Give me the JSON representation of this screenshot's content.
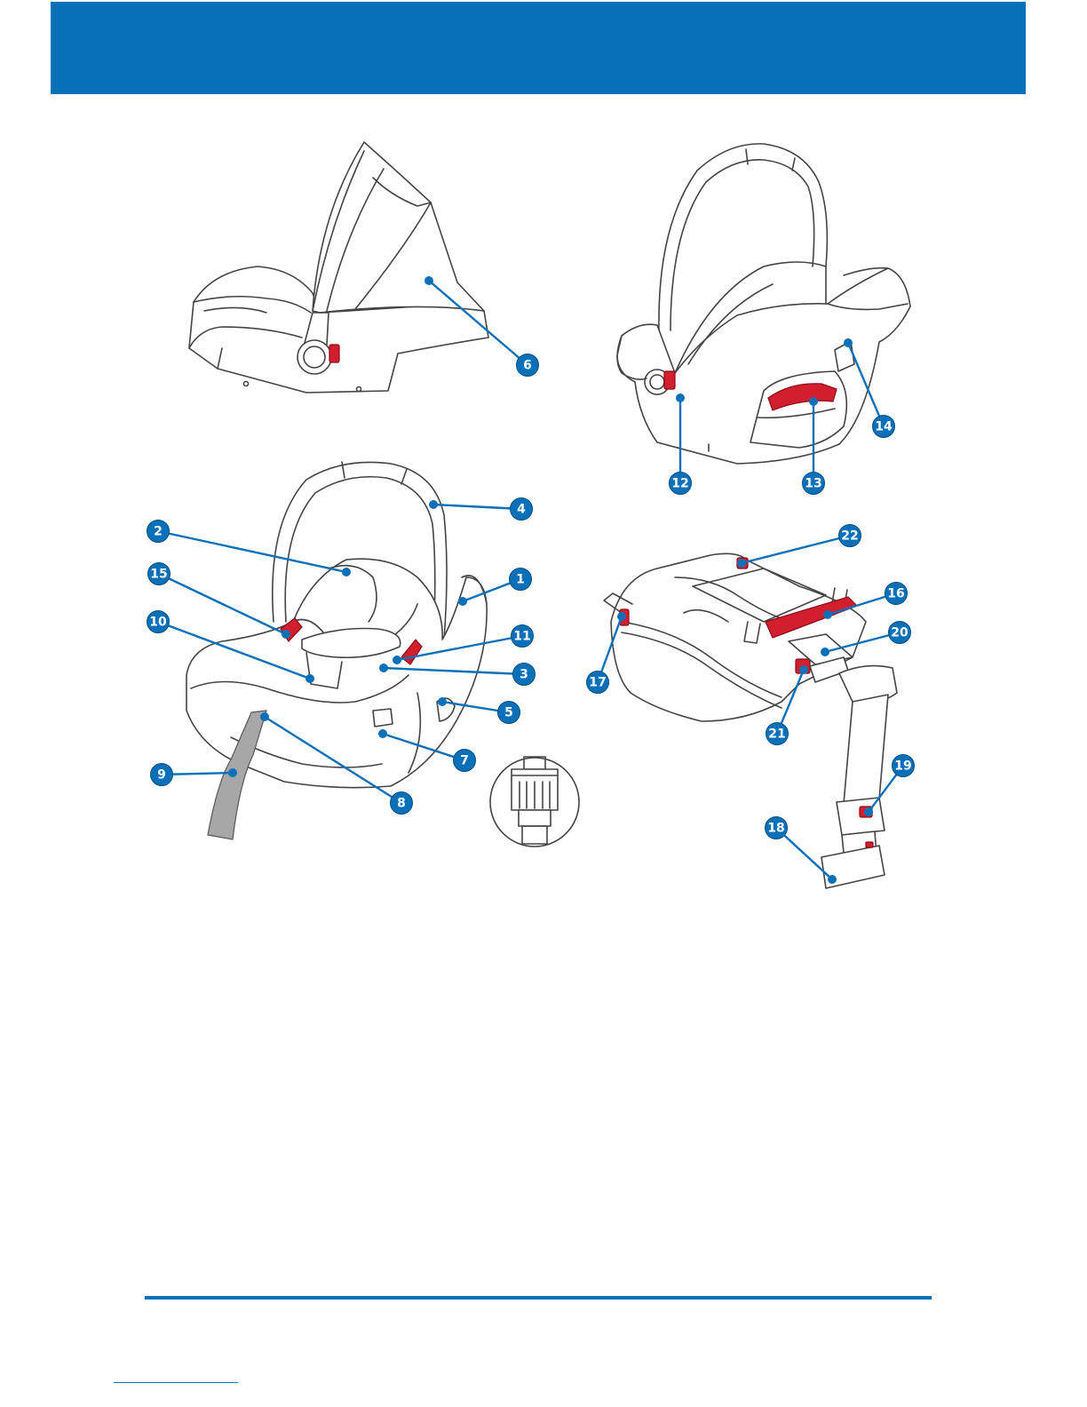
{
  "colors": {
    "brand_blue": "#0870b8",
    "accent_red": "#d31f2d",
    "line": "#444444",
    "strap_gray": "#a7a7a7"
  },
  "figures": [
    {
      "name": "carrier-with-canopy-side-view"
    },
    {
      "name": "carrier-rear-view"
    },
    {
      "name": "carrier-front-view"
    },
    {
      "name": "isofix-base-with-support-leg"
    },
    {
      "name": "harness-adjuster-detail"
    }
  ],
  "callouts": [
    {
      "id": "1",
      "label": "1"
    },
    {
      "id": "2",
      "label": "2"
    },
    {
      "id": "3",
      "label": "3"
    },
    {
      "id": "4",
      "label": "4"
    },
    {
      "id": "5",
      "label": "5"
    },
    {
      "id": "6",
      "label": "6"
    },
    {
      "id": "7",
      "label": "7"
    },
    {
      "id": "8",
      "label": "8"
    },
    {
      "id": "9",
      "label": "9"
    },
    {
      "id": "10",
      "label": "10"
    },
    {
      "id": "11",
      "label": "11"
    },
    {
      "id": "12",
      "label": "12"
    },
    {
      "id": "13",
      "label": "13"
    },
    {
      "id": "14",
      "label": "14"
    },
    {
      "id": "15",
      "label": "15"
    },
    {
      "id": "16",
      "label": "16"
    },
    {
      "id": "17",
      "label": "17"
    },
    {
      "id": "18",
      "label": "18"
    },
    {
      "id": "19",
      "label": "19"
    },
    {
      "id": "20",
      "label": "20"
    },
    {
      "id": "21",
      "label": "21"
    },
    {
      "id": "22",
      "label": "22"
    }
  ]
}
